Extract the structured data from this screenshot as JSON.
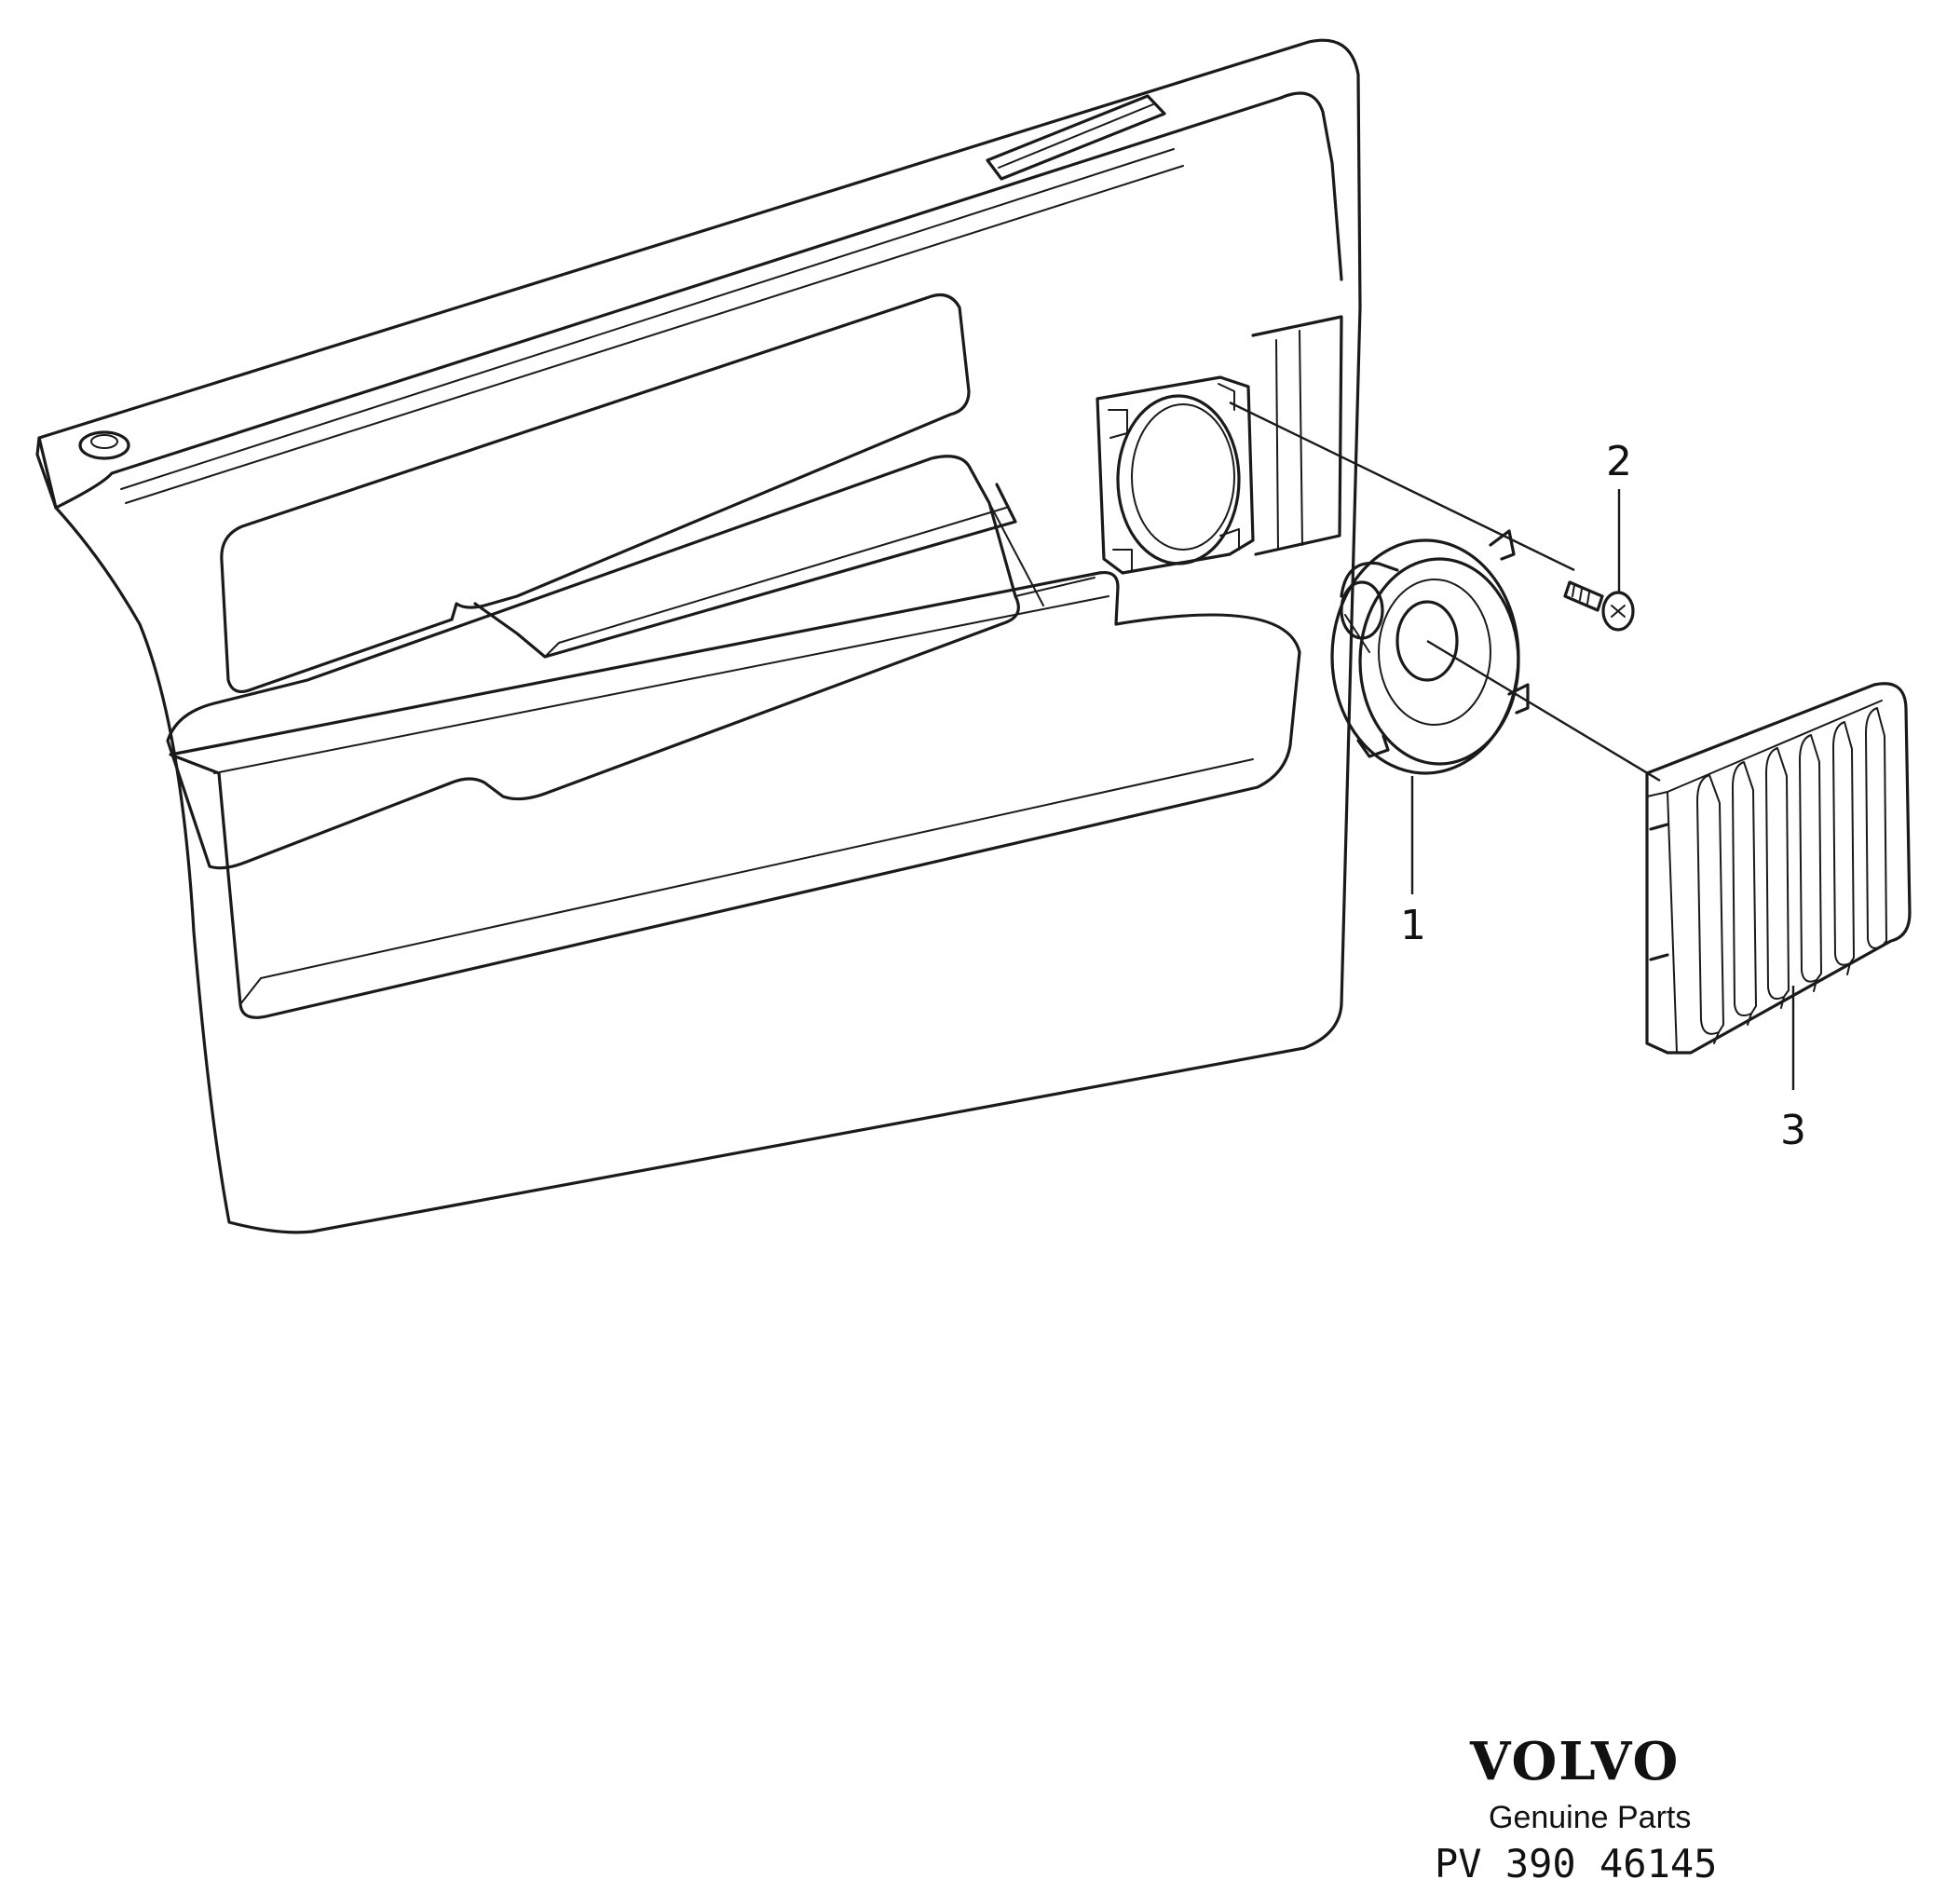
{
  "callouts": [
    {
      "number": "1",
      "part": "speaker"
    },
    {
      "number": "2",
      "part": "screw"
    },
    {
      "number": "3",
      "part": "speaker-grille"
    }
  ],
  "footer": {
    "brand": "VOLVO",
    "subtitle": "Genuine Parts",
    "code": "PV 390 46145"
  },
  "colors": {
    "line": "#1a1a1a",
    "background": "#ffffff"
  }
}
